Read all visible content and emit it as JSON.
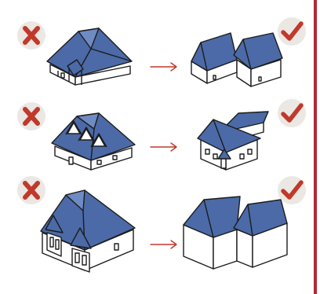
{
  "colors": {
    "roof": "#4b6aa7",
    "roof_light": "#6f8bc4",
    "wall": "#ffffff",
    "outline": "#1c1c1c",
    "badge_bg": "#ebe7e2",
    "x_mark": "#c0392b",
    "check_mark": "#c0392b",
    "arrow": "#c0392b",
    "right_rule": "#b1283a"
  },
  "rows": [
    {
      "wrong_icon": "x-mark-icon",
      "right_icon": "check-mark-icon",
      "wrong_house": "wide-hipped-roof-bungalow",
      "right_house": "linked-gable-cottages"
    },
    {
      "wrong_icon": "x-mark-icon",
      "right_icon": "check-mark-icon",
      "wrong_house": "hipped-roof-with-dormers",
      "right_house": "gabled-house-with-porch"
    },
    {
      "wrong_icon": "x-mark-icon",
      "right_icon": "check-mark-icon",
      "wrong_house": "hipped-roof-with-bay-windows",
      "right_house": "l-shaped-gabled-block"
    }
  ]
}
